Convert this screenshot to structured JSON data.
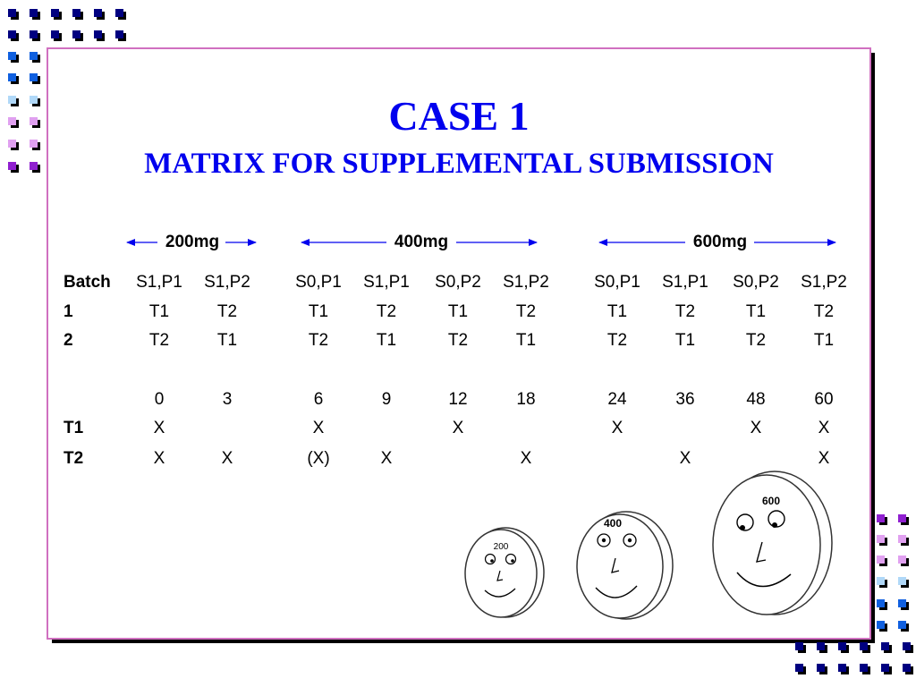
{
  "title": "CASE 1",
  "subtitle": "MATRIX FOR SUPPLEMENTAL SUBMISSION",
  "doses": [
    "200mg",
    "400mg",
    "600mg"
  ],
  "batch_table": {
    "header_label": "Batch",
    "columns": [
      "S1,P1",
      "S1,P2",
      "S0,P1",
      "S1,P1",
      "S0,P2",
      "S1,P2",
      "S0,P1",
      "S1,P1",
      "S0,P2",
      "S1,P2"
    ],
    "rows": [
      {
        "label": "1",
        "cells": [
          "T1",
          "T2",
          "T1",
          "T2",
          "T1",
          "T2",
          "T1",
          "T2",
          "T1",
          "T2"
        ]
      },
      {
        "label": "2",
        "cells": [
          "T2",
          "T1",
          "T2",
          "T1",
          "T2",
          "T1",
          "T2",
          "T1",
          "T2",
          "T1"
        ]
      }
    ]
  },
  "time_table": {
    "times": [
      "0",
      "3",
      "6",
      "9",
      "12",
      "18",
      "24",
      "36",
      "48",
      "60"
    ],
    "rows": [
      {
        "label": "T1",
        "cells": [
          "X",
          "",
          "X",
          "",
          "X",
          "",
          "X",
          "",
          "X",
          "X"
        ]
      },
      {
        "label": "T2",
        "cells": [
          "X",
          "X",
          "(X)",
          "X",
          "",
          "X",
          "",
          "X",
          "",
          "X"
        ]
      }
    ]
  },
  "faces": [
    "200",
    "400",
    "600"
  ],
  "colors": {
    "title": "#0000ee",
    "frame": "#d070c0",
    "squares_navy": "#000080",
    "squares_blue": "#1060e0",
    "squares_light": "#b0d8f8",
    "squares_pink": "#e0a0f0",
    "squares_purple": "#9020d0"
  }
}
